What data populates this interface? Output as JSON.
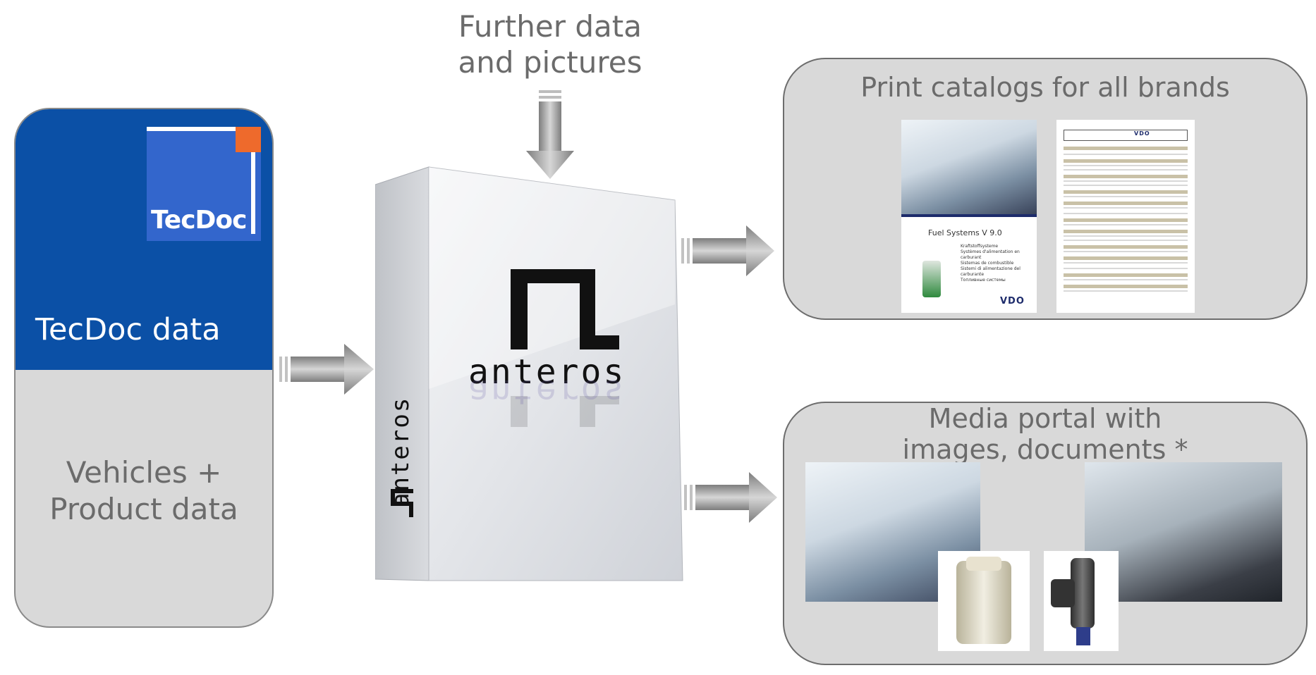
{
  "source": {
    "logo_text": "TecDoc",
    "tecdoc_label": "TecDoc data",
    "vehicles_label_line1": "Vehicles +",
    "vehicles_label_line2": "Product data"
  },
  "further": {
    "line1": "Further data",
    "line2": "and pictures"
  },
  "anteros": {
    "name": "anteros",
    "side_label": "anteros"
  },
  "outputs": {
    "print_title": "Print catalogs for all brands",
    "media_title_line1": "Media portal with",
    "media_title_line2": "images, documents *",
    "catalog_cover_title": "Fuel Systems",
    "catalog_cover_version": "V 9.0",
    "catalog_cover_lines": [
      "Kraftstoffsysteme",
      "Systèmes d'alimentation en carburant",
      "Sistemas de combustible",
      "Sistemi di alimentazione del carburante",
      "Топливные системы"
    ],
    "vdo_brand": "VDO"
  },
  "colors": {
    "tecdoc_blue": "#0b50a6",
    "logo_blue": "#3366cc",
    "logo_orange": "#ee6a2c",
    "card_gray": "#d9d9d9",
    "text_gray": "#6b6b6b",
    "arrow_gray": "#9a9a9a"
  }
}
